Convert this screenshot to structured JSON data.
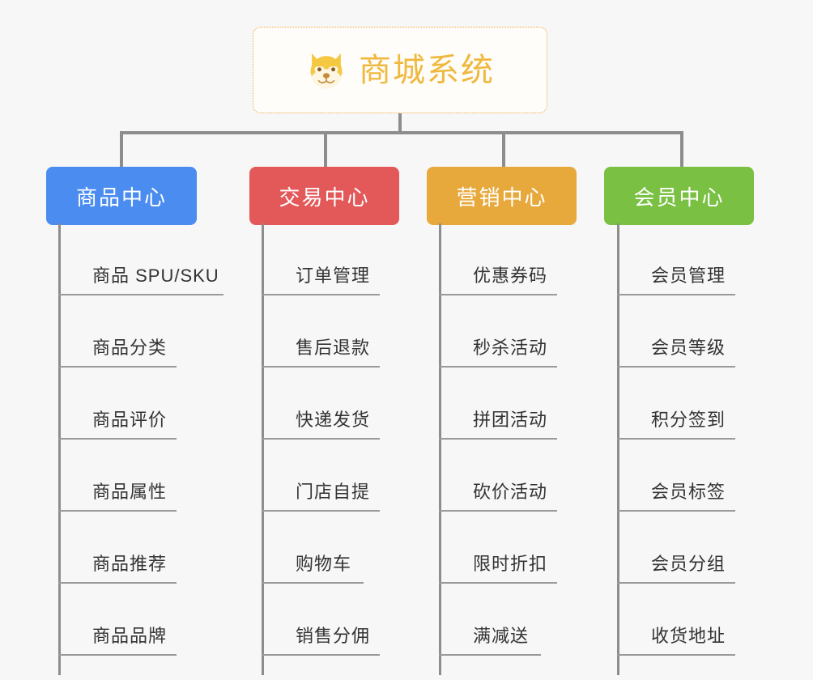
{
  "root": {
    "title": "商城系统",
    "icon": "shiba-dog-emoji",
    "border_color": "#e8a93c",
    "title_color": "#efb93f"
  },
  "background_color": "#f7f7f7",
  "connector_color": "#8d8d8d",
  "columns": [
    {
      "header": "商品中心",
      "color": "#4a8cf0",
      "items": [
        "商品 SPU/SKU",
        "商品分类",
        "商品评价",
        "商品属性",
        "商品推荐",
        "商品品牌"
      ]
    },
    {
      "header": "交易中心",
      "color": "#e3595a",
      "items": [
        "订单管理",
        "售后退款",
        "快递发货",
        "门店自提",
        "购物车",
        "销售分佣"
      ]
    },
    {
      "header": "营销中心",
      "color": "#e8a93c",
      "items": [
        "优惠券码",
        "秒杀活动",
        "拼团活动",
        "砍价活动",
        "限时折扣",
        "满减送"
      ]
    },
    {
      "header": "会员中心",
      "color": "#79c043",
      "items": [
        "会员管理",
        "会员等级",
        "积分签到",
        "会员标签",
        "会员分组",
        "收货地址"
      ]
    }
  ]
}
